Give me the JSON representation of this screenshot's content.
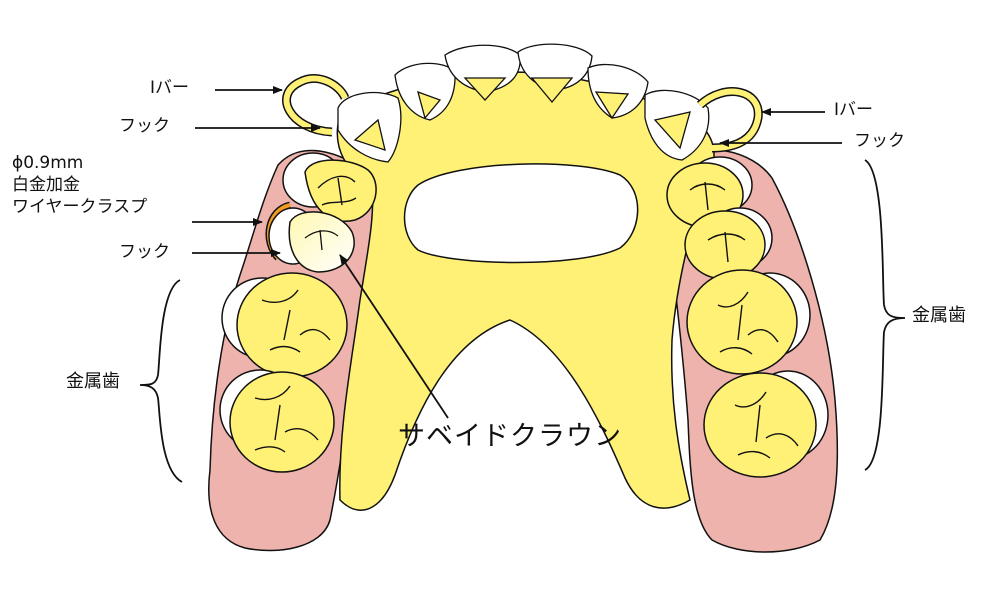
{
  "labels": {
    "i_bar_left": "Iバー",
    "hook_left_top": "フック",
    "wire_clasp_line1": "ϕ0.9mm",
    "wire_clasp_line2": "白金加金",
    "wire_clasp_line3": "ワイヤークラスプ",
    "hook_left_bottom": "フック",
    "metal_teeth_left": "金属歯",
    "saved_crown": "サベイドクラウン",
    "i_bar_right": "Iバー",
    "hook_right": "フック",
    "metal_teeth_right": "金属歯"
  },
  "colors": {
    "framework_yellow": "#fff176",
    "gum_pink": "#eeb3ad",
    "tooth_white": "#ffffff",
    "clasp_orange": "#f29b22",
    "outline": "#111111"
  }
}
